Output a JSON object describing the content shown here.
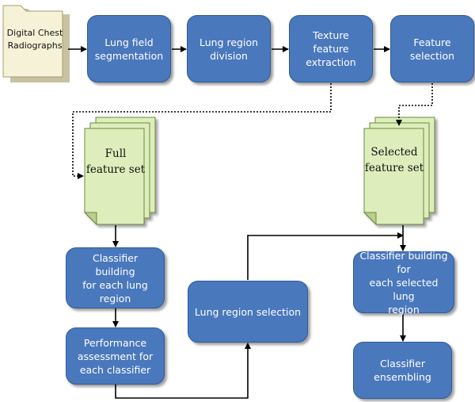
{
  "input": {
    "label": "Digital Chest\nRadiographs"
  },
  "steps": {
    "segmentation": "Lung field\nsegmentation",
    "division": "Lung region\ndivision",
    "texture": "Texture\nfeature\nextraction",
    "selection": "Feature\nselection",
    "classifier_each": "Classifier building\nfor each lung\nregion",
    "performance": "Performance\nassessment for\neach classifier",
    "region_selection": "Lung region selection",
    "classifier_selected": "Classifier building for\neach selected lung\nregion",
    "ensembling": "Classifier\nensembling"
  },
  "documents": {
    "full": "Full\nfeature set",
    "selected": "Selected\nfeature set"
  },
  "colors": {
    "box_fill": "#4a78bd",
    "box_border": "#2f5a9a",
    "doc_fill": "#ddeebc",
    "folder_fill": "#f6f2d7",
    "arrow": "#000000"
  }
}
